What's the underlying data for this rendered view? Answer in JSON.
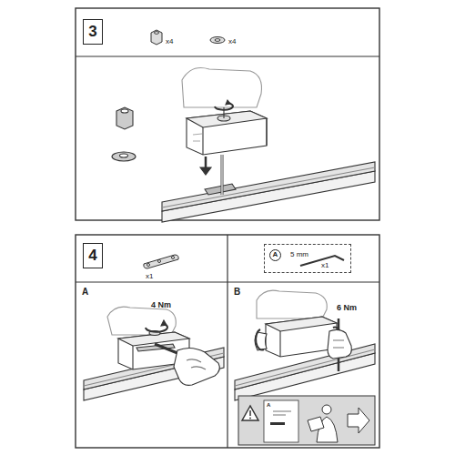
{
  "diagram": {
    "nodes": [
      {
        "text": [
          "3"
        ]
      },
      {
        "text": [
          "4"
        ]
      },
      {
        "text": [
          "5 mm",
          "x1"
        ]
      },
      {
        "text": [
          "A"
        ],
        "in": 2
      }
    ],
    "labels": [
      "x4",
      "x4",
      "x1",
      "A",
      "4 Nm",
      "B",
      "6 Nm",
      "A"
    ]
  }
}
